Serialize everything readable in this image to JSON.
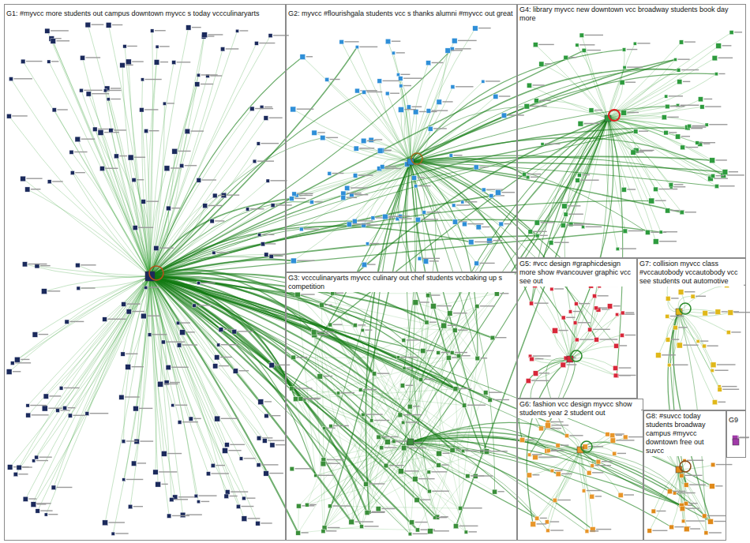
{
  "diagram": {
    "nodes": [
      {
        "text": [
          "G1: #myvcc more students out campus downtown myvcc s today vccculinaryarts"
        ]
      },
      {
        "text": [
          "G2: myvcc #flourishgala students vcc s thanks alumni #myvcc out great"
        ]
      },
      {
        "text": [
          "G4: library myvcc new downtown vcc broadway students book day more"
        ]
      },
      {
        "text": [
          "G3: vccculinaryarts myvcc culinary out chef students vccbaking up s competition"
        ]
      },
      {
        "text": [
          "G5: #vcc design #graphicdesign more show #vancouver graphic vcc see out"
        ]
      },
      {
        "text": [
          "G7: collision myvcc class #vccautobody vccautobody vcc see students out automotive"
        ]
      },
      {
        "text": [
          "G6: fashion vcc design myvcc show students year 2 student out"
        ]
      },
      {
        "text": [
          "G8: #suvcc today students broadway campus #myvcc downtown free out suvcc"
        ]
      },
      {
        "text": [
          "G9"
        ]
      }
    ]
  }
}
